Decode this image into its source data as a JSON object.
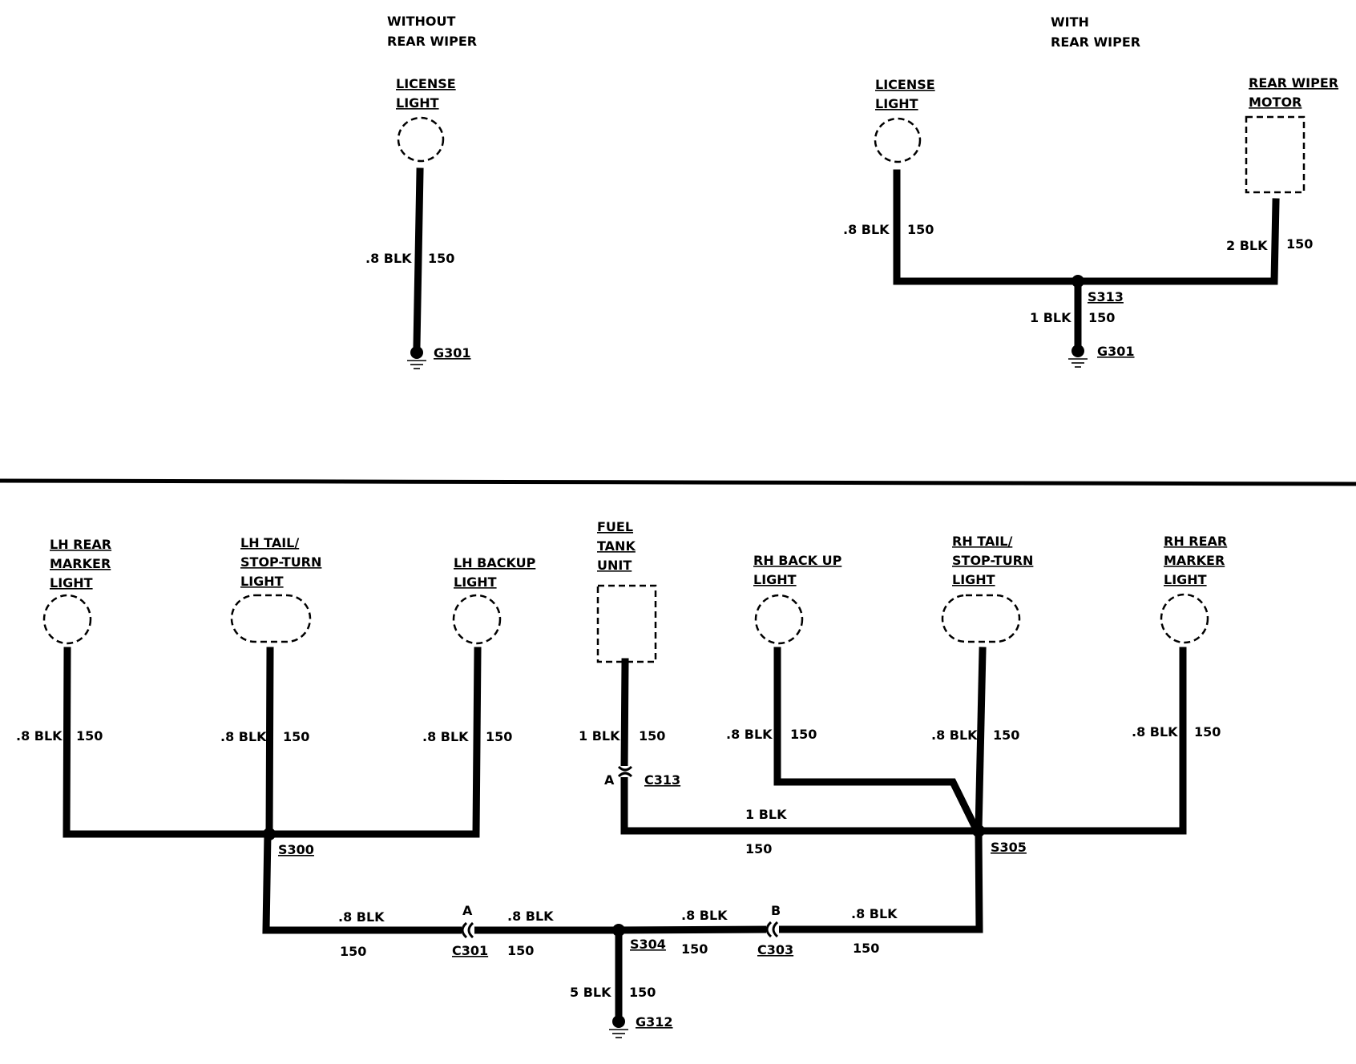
{
  "sections": {
    "without_wiper": [
      "WITHOUT",
      "REAR WIPER"
    ],
    "with_wiper": [
      "WITH",
      "REAR WIPER"
    ]
  },
  "components": {
    "license_light_a": [
      "LICENSE",
      "LIGHT"
    ],
    "license_light_b": [
      "LICENSE",
      "LIGHT"
    ],
    "rear_wiper_motor": [
      "REAR WIPER",
      "MOTOR"
    ],
    "lh_rear_marker": [
      "LH REAR",
      "MARKER",
      "LIGHT"
    ],
    "lh_tail_stop_turn": [
      "LH TAIL/",
      "STOP-TURN",
      "LIGHT"
    ],
    "lh_backup": [
      "LH BACKUP",
      "LIGHT"
    ],
    "fuel_tank_unit": [
      "FUEL",
      "TANK",
      "UNIT"
    ],
    "rh_backup": [
      "RH BACK UP",
      "LIGHT"
    ],
    "rh_tail_stop_turn": [
      "RH TAIL/",
      "STOP-TURN",
      "LIGHT"
    ],
    "rh_rear_marker": [
      "RH REAR",
      "MARKER",
      "LIGHT"
    ]
  },
  "wires": {
    "w_lic_a": {
      "size": ".8 BLK",
      "circuit": "150"
    },
    "w_lic_b": {
      "size": ".8 BLK",
      "circuit": "150"
    },
    "w_wiper": {
      "size": "2 BLK",
      "circuit": "150"
    },
    "w_s313_g301": {
      "size": "1 BLK",
      "circuit": "150"
    },
    "w_lh_marker": {
      "size": ".8 BLK",
      "circuit": "150"
    },
    "w_lh_tail": {
      "size": ".8 BLK",
      "circuit": "150"
    },
    "w_lh_backup": {
      "size": ".8 BLK",
      "circuit": "150"
    },
    "w_fuel": {
      "size": "1 BLK",
      "circuit": "150"
    },
    "w_rh_backup": {
      "size": ".8 BLK",
      "circuit": "150"
    },
    "w_rh_tail": {
      "size": ".8 BLK",
      "circuit": "150"
    },
    "w_rh_marker": {
      "size": ".8 BLK",
      "circuit": "150"
    },
    "w_c313_s305": {
      "size": "1 BLK",
      "circuit": "150"
    },
    "w_s300_c301": {
      "size": ".8 BLK",
      "circuit": "150"
    },
    "w_c301_s304": {
      "size": ".8 BLK",
      "circuit": "150"
    },
    "w_s304_c303": {
      "size": ".8 BLK",
      "circuit": "150"
    },
    "w_c303_s305": {
      "size": ".8 BLK",
      "circuit": "150"
    },
    "w_s304_g312": {
      "size": "5 BLK",
      "circuit": "150"
    }
  },
  "splices": {
    "s313": "S313",
    "s300": "S300",
    "s305": "S305",
    "s304": "S304"
  },
  "grounds": {
    "g301_a": "G301",
    "g301_b": "G301",
    "g312": "G312"
  },
  "connectors": {
    "c313": {
      "id": "C313",
      "pin": "A"
    },
    "c301": {
      "id": "C301",
      "pin": "A"
    },
    "c303": {
      "id": "C303",
      "pin": "B"
    }
  }
}
